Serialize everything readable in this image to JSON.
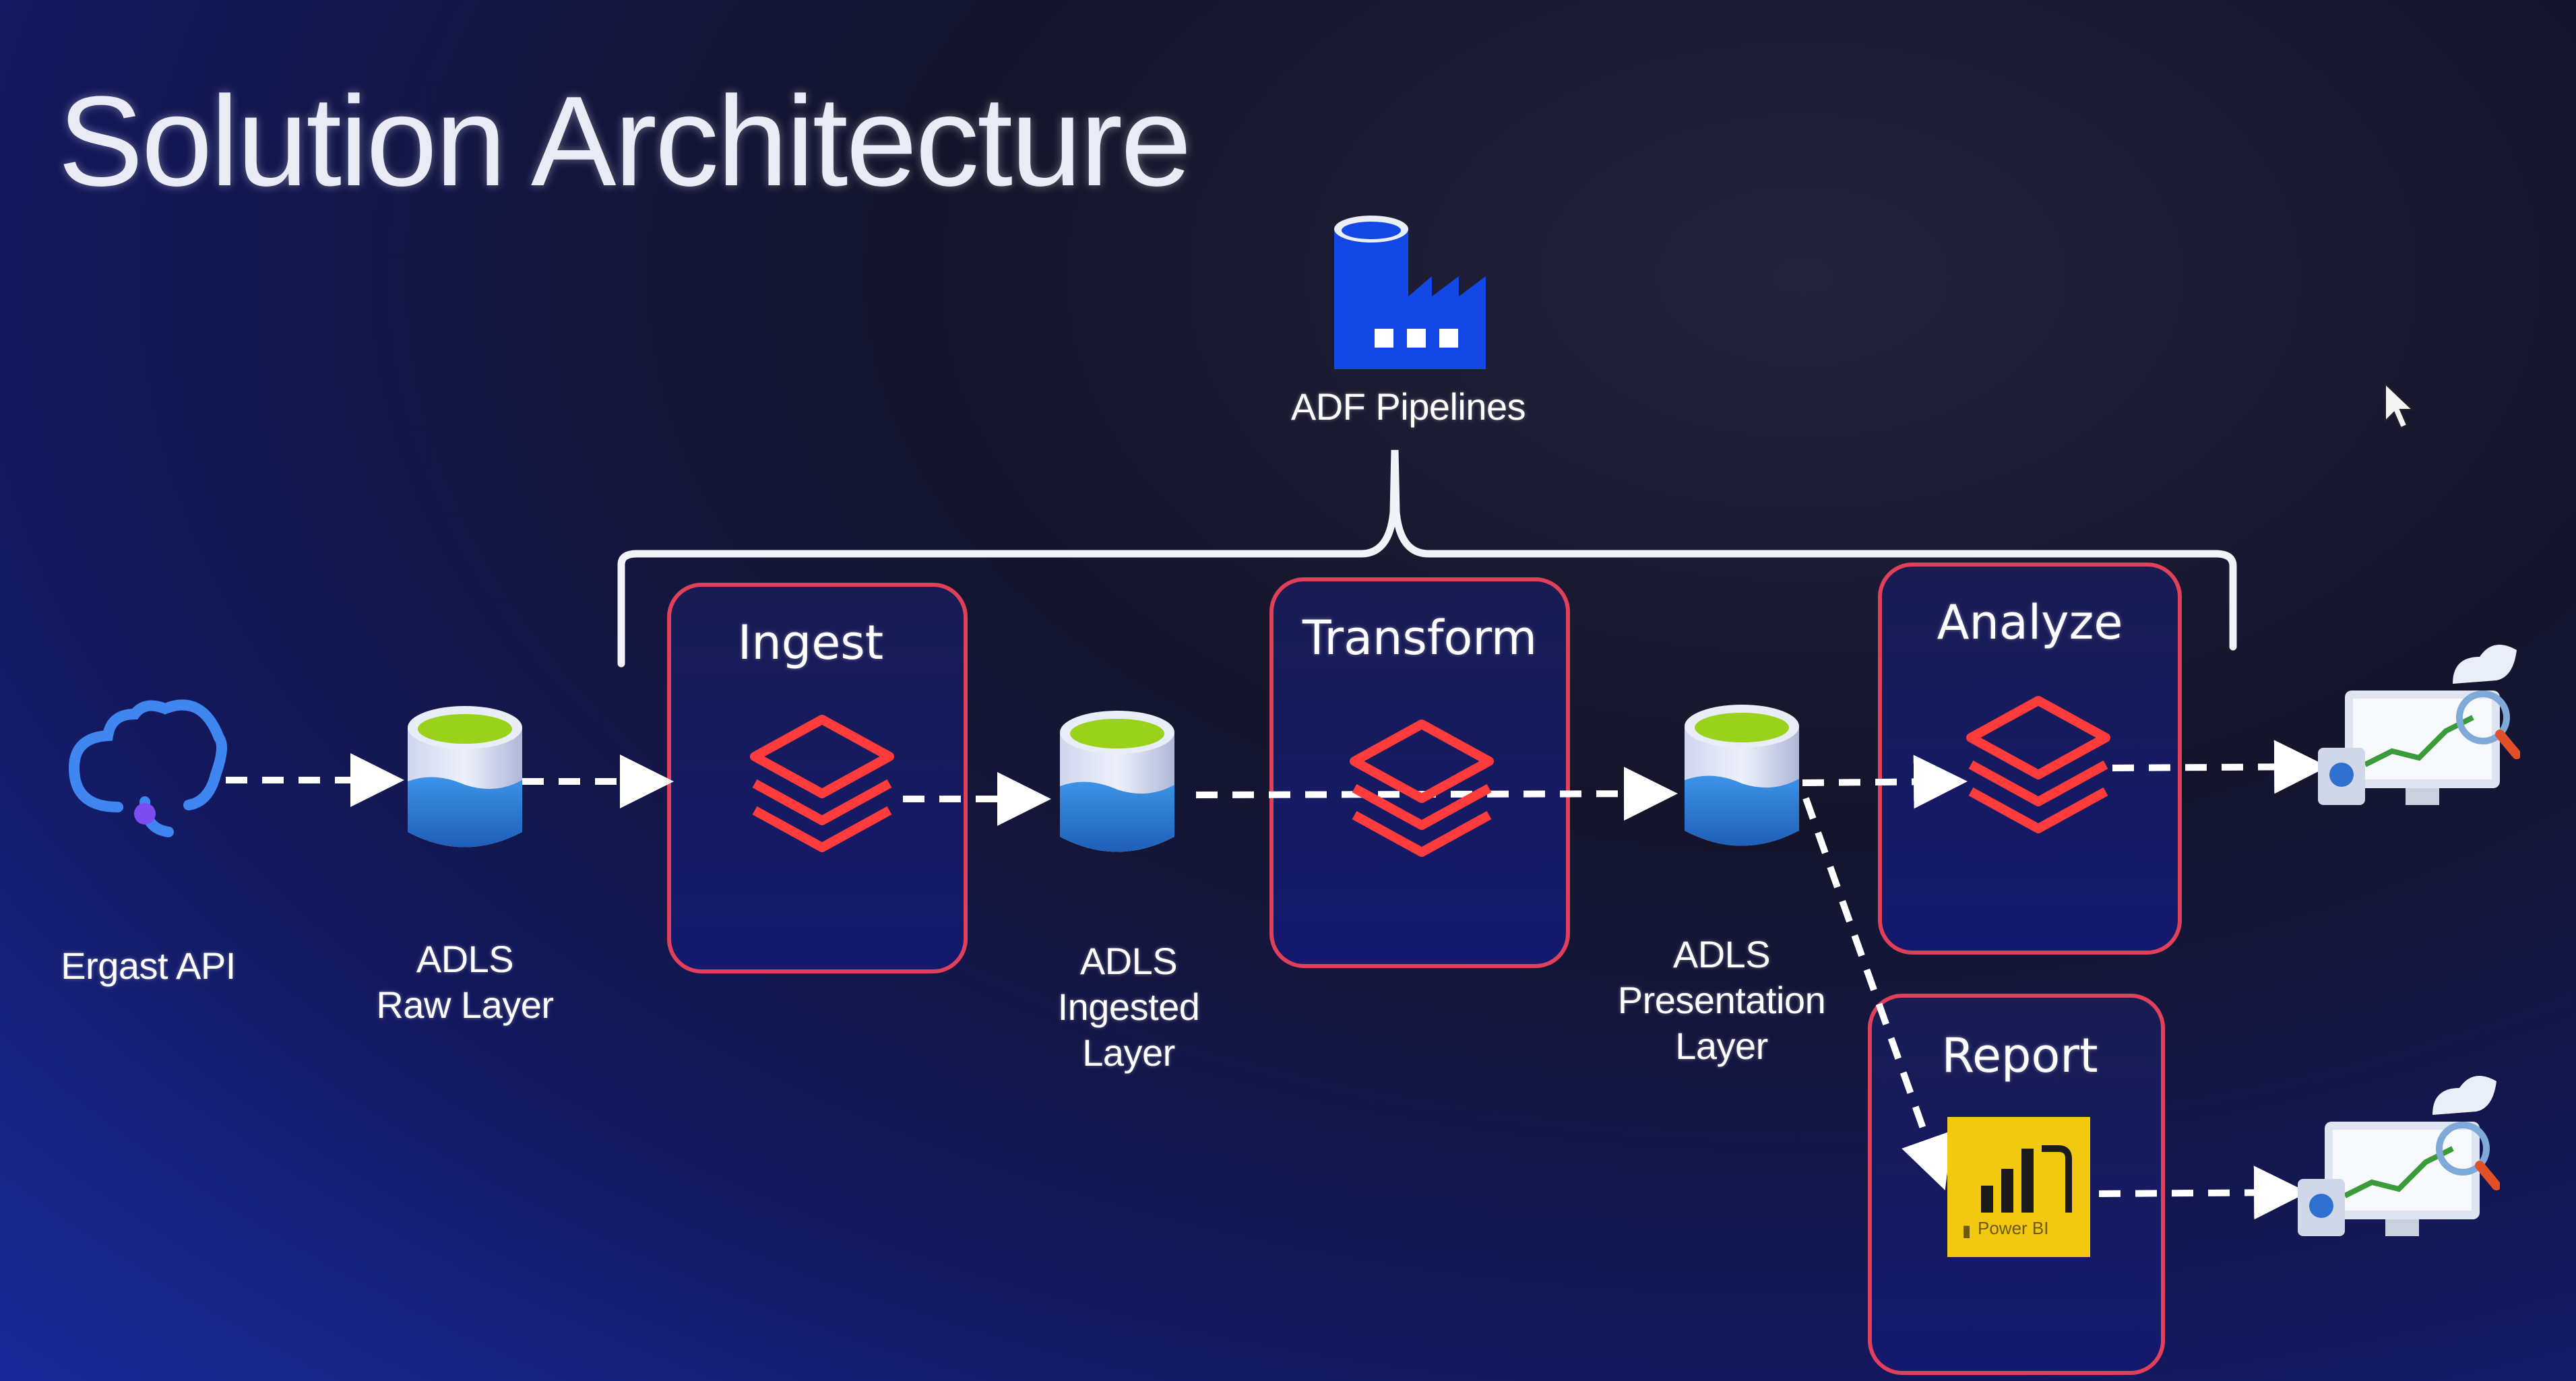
{
  "title": "Solution Architecture",
  "orchestrator": {
    "label": "ADF Pipelines",
    "icon": "data-factory-icon"
  },
  "source": {
    "label": "Ergast API",
    "icon": "cloud-api-icon"
  },
  "storage": {
    "raw": {
      "line1": "ADLS",
      "line2": "Raw Layer",
      "icon": "data-lake-icon"
    },
    "ingested": {
      "line1": "ADLS",
      "line2": "Ingested",
      "line3": "Layer",
      "icon": "data-lake-icon"
    },
    "presentation": {
      "line1": "ADLS",
      "line2": "Presentation",
      "line3": "Layer",
      "icon": "data-lake-icon"
    }
  },
  "stages": {
    "ingest": {
      "label": "Ingest",
      "icon": "databricks-icon"
    },
    "transform": {
      "label": "Transform",
      "icon": "databricks-icon"
    },
    "analyze": {
      "label": "Analyze",
      "icon": "databricks-icon"
    },
    "report": {
      "label": "Report",
      "icon": "power-bi-icon",
      "badge": "Power BI"
    }
  },
  "outputs": {
    "icon": "analytics-dashboard-icon"
  },
  "colors": {
    "box_border": "#e0405a",
    "databricks": "#ff3b3b",
    "lake_top": "#9ad11a",
    "lake_water": "#2f7fd6",
    "adf_blue": "#1348e6",
    "powerbi_yellow": "#f2c811"
  }
}
